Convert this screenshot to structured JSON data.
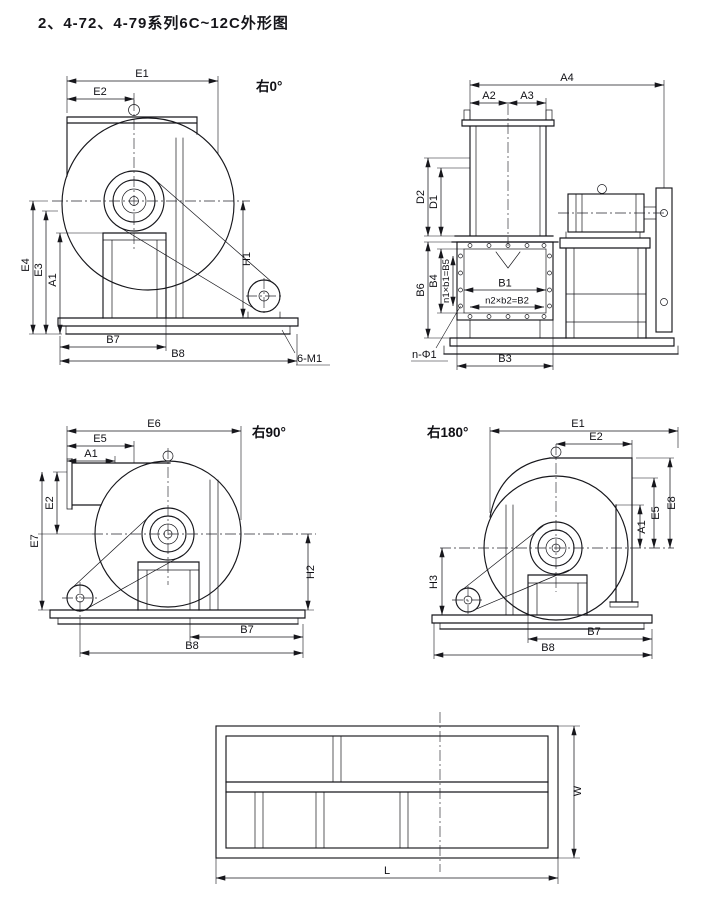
{
  "page": {
    "title": "2、4-72、4-79系列6C~12C外形图"
  },
  "views": {
    "right0": {
      "label": "右0°",
      "dims": {
        "e1": "E1",
        "e2": "E2",
        "e4": "E4",
        "e3": "E3",
        "a1": "A1",
        "h1": "H1",
        "b7": "B7",
        "b8": "B8",
        "m1": "6-M1"
      }
    },
    "side": {
      "dims": {
        "a4": "A4",
        "a2": "A2",
        "a3": "A3",
        "d2": "D2",
        "d1": "D1",
        "b6": "B6",
        "b4": "B4",
        "b5": "n1×b1=B5",
        "b1": "B1",
        "b2": "n2×b2=B2",
        "b3": "B3",
        "nphi": "n-Φ1"
      }
    },
    "right90": {
      "label": "右90°",
      "dims": {
        "e6": "E6",
        "e5": "E5",
        "a1": "A1",
        "e2": "E2",
        "e7": "E7",
        "h2": "H2",
        "b7": "B7",
        "b8": "B8"
      }
    },
    "right180": {
      "label": "右180°",
      "dims": {
        "e1": "E1",
        "e2": "E2",
        "a1": "A1",
        "e5": "E5",
        "e8": "E8",
        "h3": "H3",
        "b7": "B7",
        "b8": "B8"
      }
    },
    "base": {
      "dims": {
        "l": "L",
        "w": "W"
      }
    }
  }
}
